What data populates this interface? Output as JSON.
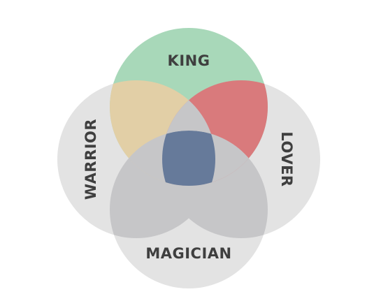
{
  "diagram": {
    "type": "venn",
    "sets": [
      {
        "id": "king",
        "label": "KING",
        "color": "#a8d8b9"
      },
      {
        "id": "warrior",
        "label": "WARRIOR",
        "color": "#e3e3e3"
      },
      {
        "id": "lover",
        "label": "LOVER",
        "color": "#e3e3e3"
      },
      {
        "id": "magician",
        "label": "MAGICIAN",
        "color": "#e3e3e3"
      }
    ],
    "highlighted_regions": [
      {
        "sets": [
          "king",
          "warrior"
        ],
        "color": "#e2cfa6"
      },
      {
        "sets": [
          "king",
          "lover"
        ],
        "color": "#d97a7c"
      },
      {
        "sets": [
          "king",
          "warrior",
          "lover",
          "magician"
        ],
        "color": "#667a9a"
      }
    ],
    "overlap_color": "#c6c6c8",
    "background": "#ffffff"
  }
}
